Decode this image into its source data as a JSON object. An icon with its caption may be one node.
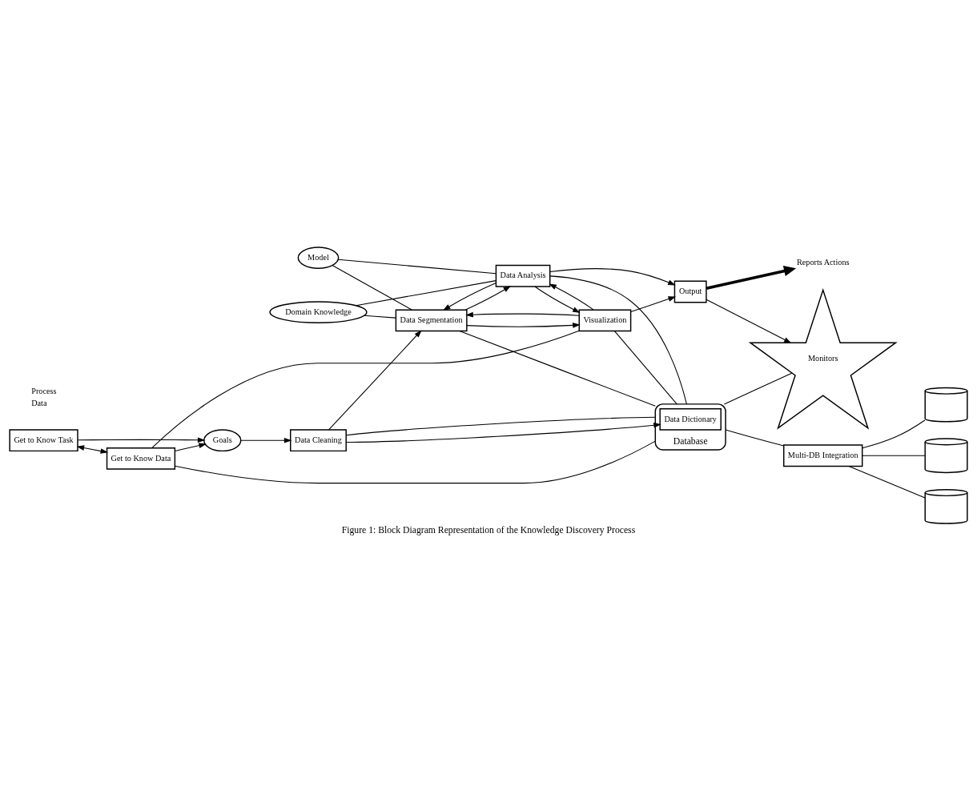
{
  "diagram": {
    "caption": "Figure 1: Block Diagram Representation of the Knowledge Discovery Process",
    "nodes": [
      {
        "text": [
          "Get to Know Task"
        ]
      },
      {
        "text": [
          "Get to Know Data"
        ]
      },
      {
        "text": [
          "Goals"
        ]
      },
      {
        "text": [
          "Data Cleaning"
        ]
      },
      {
        "text": [
          "Model"
        ]
      },
      {
        "text": [
          "Domain Knowledge"
        ]
      },
      {
        "text": [
          "Data Segmentation"
        ]
      },
      {
        "text": [
          "Data Analysis"
        ]
      },
      {
        "text": [
          "Output"
        ]
      },
      {
        "text": [
          "Reports Actions"
        ]
      },
      {
        "text": [
          "Visualization"
        ]
      },
      {
        "text": [
          "Database"
        ]
      },
      {
        "text": [
          "Data Dictionary"
        ],
        "in": 11
      },
      {
        "text": [
          "Monitors"
        ]
      },
      {
        "text": [
          "Multi-DB Integration"
        ]
      },
      {
        "text": [],
        "shape": "cylinder"
      },
      {
        "text": [],
        "shape": "cylinder"
      },
      {
        "text": [],
        "shape": "cylinder"
      }
    ],
    "edges": [
      {
        "from": 0,
        "to": 2,
        "arrow": "to"
      },
      {
        "from": 1,
        "to": 2,
        "arrow": "to"
      },
      {
        "from": 0,
        "to": 1,
        "arrow": "both"
      },
      {
        "from": 2,
        "to": 3,
        "arrow": "to"
      },
      {
        "from": 3,
        "to": 6,
        "arrow": "to"
      },
      {
        "from": 6,
        "to": 7,
        "arrow": "to"
      },
      {
        "from": 7,
        "to": 6,
        "arrow": "to"
      },
      {
        "from": 7,
        "to": 8,
        "arrow": "to"
      },
      {
        "from": 8,
        "to": 9,
        "arrow": "to",
        "style": "thick"
      },
      {
        "from": 4,
        "to": 6,
        "arrow": "none"
      },
      {
        "from": 4,
        "to": 7,
        "arrow": "none"
      },
      {
        "from": 5,
        "to": 6,
        "arrow": "none"
      },
      {
        "from": 5,
        "to": 7,
        "arrow": "none"
      },
      {
        "from": 1,
        "to": 10,
        "arrow": "none"
      },
      {
        "from": 1,
        "to": 11,
        "arrow": "none"
      },
      {
        "from": 3,
        "to": 12,
        "arrow": "to"
      },
      {
        "from": 3,
        "to": 11,
        "arrow": "none"
      },
      {
        "from": 6,
        "to": 11,
        "arrow": "none"
      },
      {
        "from": 7,
        "to": 11,
        "arrow": "none"
      },
      {
        "from": 6,
        "to": 10,
        "arrow": "to"
      },
      {
        "from": 10,
        "to": 6,
        "arrow": "to"
      },
      {
        "from": 7,
        "to": 10,
        "arrow": "to"
      },
      {
        "from": 10,
        "to": 7,
        "arrow": "to"
      },
      {
        "from": 10,
        "to": 8,
        "arrow": "to"
      },
      {
        "from": 8,
        "to": 13,
        "arrow": "to"
      },
      {
        "from": 10,
        "to": 11,
        "arrow": "none"
      },
      {
        "from": 11,
        "to": 13,
        "arrow": "none"
      },
      {
        "from": 11,
        "to": 14,
        "arrow": "none"
      },
      {
        "from": 14,
        "to": 15,
        "arrow": "none"
      },
      {
        "from": 14,
        "to": 16,
        "arrow": "none"
      },
      {
        "from": 14,
        "to": 17,
        "arrow": "none"
      }
    ],
    "legend": [
      {
        "text": "Process"
      },
      {
        "text": "Data"
      }
    ]
  }
}
